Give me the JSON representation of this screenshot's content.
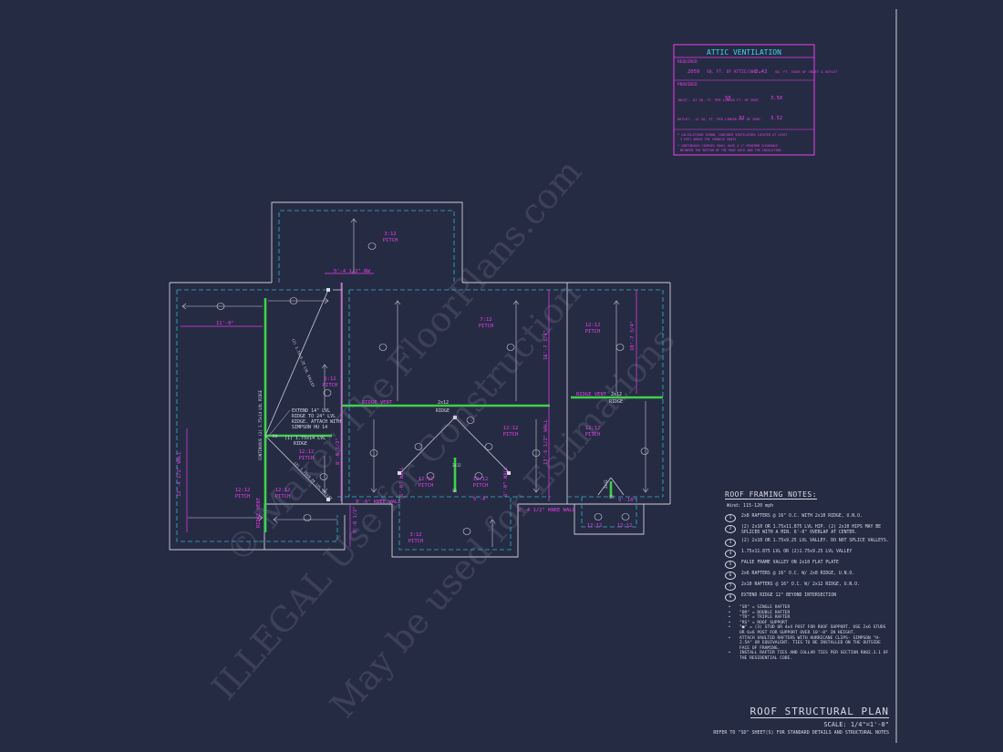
{
  "watermark": {
    "line1": "© Maker The FloorPlans.com",
    "line2": "ILLEGAL Use for Construction",
    "line3": "May be used for Estimations"
  },
  "attic": {
    "title": "ATTIC VENTILATION",
    "required_label": "REQUIRED",
    "req_area": "2059",
    "req_text1": "SQ. FT. OF ATTIC/300 =",
    "req_value": "3.43",
    "req_text2": "SQ. FT. EACH OF INLET & OUTLET",
    "provided_label": "PROVIDED",
    "inlet_text": "INLET: .07 SQ. FT. PER LINEAR FT. OF VENT.",
    "inlet_x": "X",
    "inlet_len": "50",
    "inlet_text2": "LINEAR FT. OF VENT",
    "inlet_value": "3.50",
    "inlet_text3": "SQ. FT. OF VENT",
    "outlet_text": "OUTLET: .11 SQ. FT. PER LINEAR FT. OF VENT.",
    "outlet_x": "X",
    "outlet_len": "32",
    "outlet_text2": "LINEAR FT. OF VENT",
    "outlet_value": "3.52",
    "outlet_text3": "SQ. FT. OF VENT",
    "note1a": "* CALCULATIONS SHOWN, CONSIDER VENTILATORS LOCATED AT LEAST",
    "note1b": "3 FEET ABOVE THE CORNICE VENTS",
    "note2a": "* CONTINUOUS COURSES SHALL HAVE A 1\" MINIMUM CLEARANCE",
    "note2b": "BETWEEN THE BOTTOM OF THE ROOF DECK AND THE INSULATION."
  },
  "plan": {
    "pitch_label": "PITCH",
    "pitches": [
      "3:12",
      "7:12",
      "12:12",
      "5:12",
      "12:12",
      "12:12",
      "12:12",
      "12:12",
      "12:12",
      "12:12",
      "3:12",
      "12:12",
      "12:12",
      "12:12"
    ],
    "ridge_label": "RIDGE",
    "ridge_vent": "RIDGE VENT",
    "member_2x12": "2x12",
    "dim_11_0": "11'-0\"",
    "dim_5_4": "5'-4 1/2\" RW",
    "dim_10_7": "10'-7 3/4\"",
    "dim_12_4": "12'-4 1/2\" WALL",
    "dim_16_7": "16'-7 3/4\"",
    "dim_13_5": "13'-5 1/2\" WALL",
    "dim_9_0": "9'-0\" KNEE WALL",
    "dim_8_6": "8'-6 1/2\"",
    "dim_6_0": "6'-0\" WALL",
    "dim_2_4": "2'-4 1/2\" KNEE WALL",
    "dim_8_8": "8'-8 1/2\"",
    "dim_9_10": "9'-10\"",
    "dim_5_4b": "5'-4\"",
    "lvl_ridge": "CONTINUOUS (2) 1.75x14 LVL RIDGE",
    "lvl_1": "(1) 1.75x14 LVL",
    "extend_note": [
      "EXTEND 14\" LVL",
      "RIDGE TO 24\" LVL",
      "RIDGE. ATTACH WITH",
      "SIMPSON HU 14"
    ],
    "valley_note": "(2) 1.75x9.25 LVL VALLEY",
    "rv": "RV",
    "sr": "SR"
  },
  "notes": {
    "title": "ROOF FRAMING NOTES:",
    "wind": "Wind: 115-120 mph",
    "items": [
      {
        "n": "1",
        "t": "2x8 RAFTERS @ 16\" O.C. WITH 2x10 RIDGE, U.N.O."
      },
      {
        "n": "2",
        "t": "(2) 2x10 OR 1.75x11.875 LVL HIP. (2) 2x10 HIPS MAY BE SPLICED WITH A MIN. 6'-0\" OVERLAP AT CENTER."
      },
      {
        "n": "3",
        "t": "(2) 2x10 OR 1.75x9.25 LVL VALLEY. DO NOT SPLICE VALLEYS."
      },
      {
        "n": "4",
        "t": "1.75x11.875 LVL OR (2)1.75x9.25 LVL VALLEY"
      },
      {
        "n": "5",
        "t": "FALSE FRAME VALLEY ON 2x10 FLAT PLATE"
      },
      {
        "n": "6",
        "t": "2x6 RAFTERS @ 16\" O.C. W/ 2x8 RIDGE, U.N.O."
      },
      {
        "n": "7",
        "t": "2x10 RAFTERS @ 16\" O.C. W/ 2x12 RIDGE, U.N.O."
      },
      {
        "n": "8",
        "t": "EXTEND RIDGE 12\" BEYOND INTERSECTION"
      }
    ],
    "bullets": [
      "\"SR\" = SINGLE RAFTER",
      "\"DR\" = DOUBLE RAFTER",
      "\"TR\" = TRIPLE RAFTER",
      "\"RS\" = ROOF SUPPORT",
      "\"■\" = (3) STUD OR 4x4 POST FOR ROOF SUPPORT. USE 2x6 STUDS OR 6x6 POST FOR SUPPORT OVER 10'-0\" IN HEIGHT.",
      "ATTACH VAULTED RAFTERS WITH HURRICANE CLIPS- SIMPSON \"H-2.5A\" OR EQUIVALENT. TIES TO BE INSTALLED ON THE OUTSIDE FACE OF FRAMING.",
      "INSTALL RAFTER TIES AND COLLAR TIES PER SECTION R802.3.1 OF THE RESIDENTIAL CODE."
    ]
  },
  "titleblock": {
    "title": "ROOF STRUCTURAL PLAN",
    "scale": "SCALE: 1/4\"=1'-0\"",
    "refer": "REFER TO \"SD\" SHEET(S) FOR STANDARD DETAILS AND STRUCTURAL NOTES"
  },
  "colors": {
    "background": "#262b44",
    "line": "#c9ccd8",
    "magenta": "#e840e8",
    "cyan": "#2fb5c4",
    "green": "#3ed24a"
  }
}
